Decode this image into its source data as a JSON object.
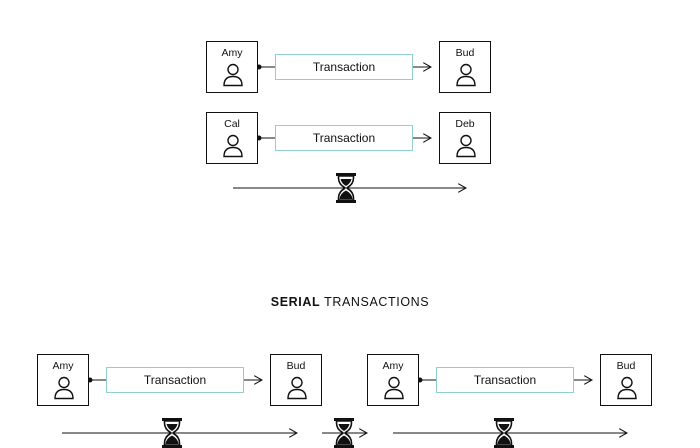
{
  "parallel": {
    "rows": [
      {
        "sender": "Amy",
        "receiver": "Bud",
        "label": "Transaction"
      },
      {
        "sender": "Cal",
        "receiver": "Deb",
        "label": "Transaction"
      }
    ]
  },
  "serial": {
    "heading_bold": "SERIAL",
    "heading_rest": "TRANSACTIONS",
    "rows": [
      {
        "sender": "Amy",
        "receiver": "Bud",
        "label": "Transaction"
      },
      {
        "sender": "Amy",
        "receiver": "Bud",
        "label": "Transaction"
      }
    ]
  },
  "colors": {
    "outline": "#111111",
    "transaction_border": "#8fd0c9"
  },
  "icons": [
    "person-icon",
    "hourglass-icon",
    "arrow-icon"
  ]
}
